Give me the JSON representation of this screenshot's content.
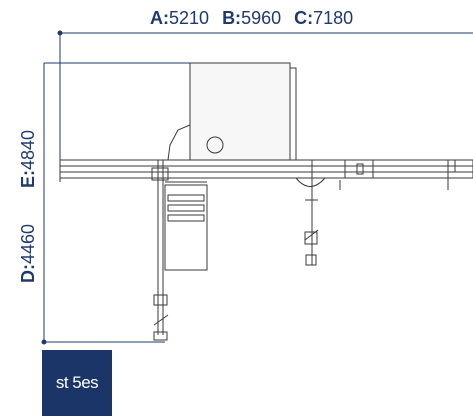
{
  "dimensions": {
    "a": {
      "key": "A:",
      "value": "5210"
    },
    "b": {
      "key": "B:",
      "value": "5960"
    },
    "c": {
      "key": "C:",
      "value": "7180"
    },
    "d": {
      "key": "D:",
      "value": "4460"
    },
    "e": {
      "key": "E:",
      "value": "4840"
    }
  },
  "badge": {
    "label": "st 5es"
  },
  "colors": {
    "dimension": "#1f3a6e",
    "drawing": "#3a3a3a",
    "badge_bg": "#1b3569"
  }
}
